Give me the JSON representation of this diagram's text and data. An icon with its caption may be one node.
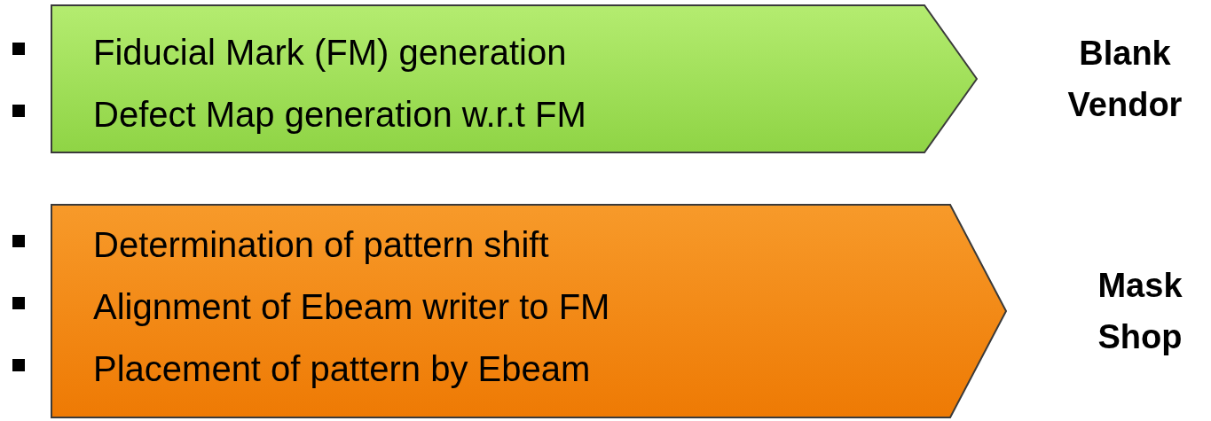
{
  "diagram": {
    "nodes": [
      {
        "text": [
          "Fiducial Mark (FM) generation",
          "Defect Map generation w.r.t FM"
        ],
        "beside": [
          "Blank Vendor"
        ]
      },
      {
        "text": [
          "Determination of pattern shift",
          "Alignment of Ebeam writer to FM",
          "Placement of pattern by Ebeam"
        ],
        "beside": [
          "Mask Shop"
        ]
      }
    ]
  }
}
